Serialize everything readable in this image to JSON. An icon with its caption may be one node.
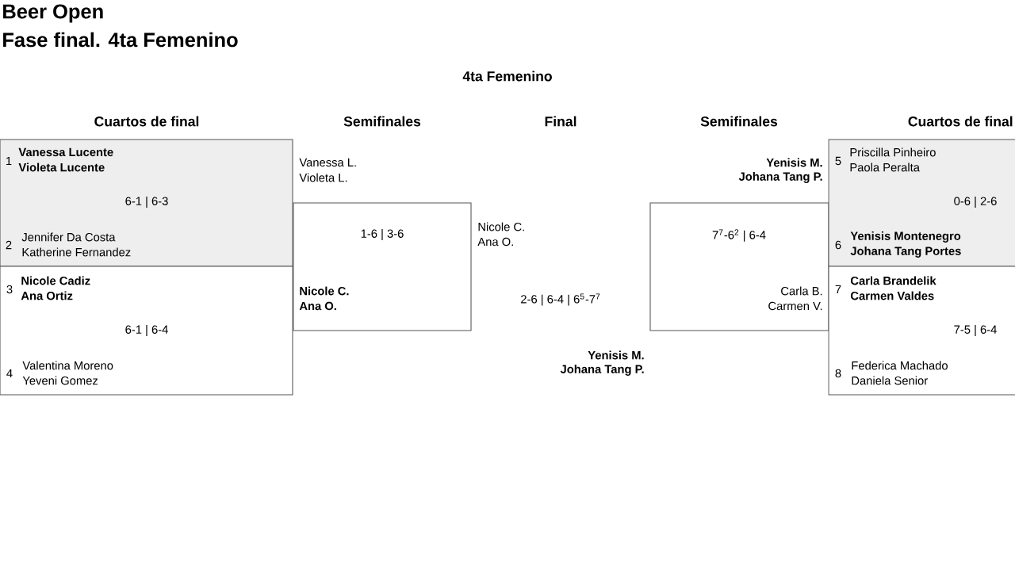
{
  "diagram": {
    "title": "Beer Open",
    "nodes": [
      {
        "text": [
          "1",
          "**Vanessa Lucente**",
          "**Violeta Lucente**",
          "6-1 | 6-3",
          "2",
          "Jennifer Da Costa",
          "Katherine Fernandez"
        ]
      },
      {
        "text": [
          "3",
          "**Nicole Cadiz**",
          "**Ana Ortiz**",
          "6-1 | 6-4",
          "4",
          "Valentina Moreno",
          "Yeveni Gomez"
        ]
      },
      {
        "text": [
          "Vanessa L.",
          "Violeta L.",
          "1-6 | 3-6",
          "**Nicole C.**",
          "**Ana O.**"
        ]
      },
      {
        "text": [
          "**Yenisis M.**",
          "**Johana Tang P.**",
          "7$^{7}$-6$^{2}$ | 6-4",
          "Carla B.",
          "Carmen V."
        ]
      },
      {
        "text": [
          "5",
          "Priscilla Pinheiro",
          "Paola Peralta",
          "0-6 | 2-6",
          "6",
          "**Yenisis Montenegro**",
          "**Johana Tang Portes**"
        ]
      },
      {
        "text": [
          "7",
          "**Carla Brandelik**",
          "**Carmen Valdes**",
          "7-5 | 6-4",
          "8",
          "Federica Machado",
          "Daniela Senior"
        ]
      }
    ],
    "labels": [
      "Fase final. 4ta Femenino",
      "4ta Femenino",
      "Cuartos de final",
      "Semifinales",
      "Final",
      "Semifinales",
      "Cuartos de final",
      "Nicole C.",
      "Ana O.",
      "2-6 | 6-4 | 6$^{5}$-7$^{7}$",
      "**Yenisis M.**",
      "**Johana Tang P.**"
    ]
  }
}
